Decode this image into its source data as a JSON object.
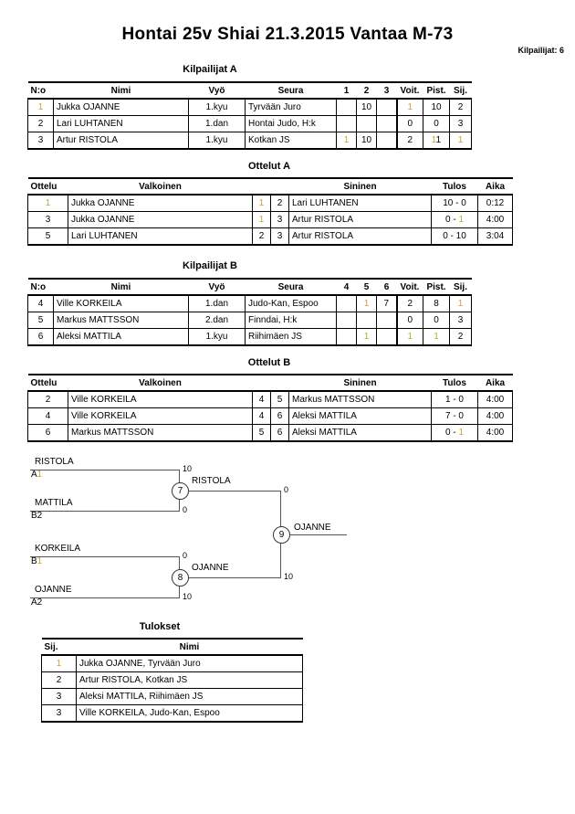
{
  "header": {
    "title": "Hontai 25v Shiai  21.3.2015  Vantaa   M-73",
    "competitor_count": "Kilpailijat: 6"
  },
  "sections": {
    "pool_a": "Kilpailijat A",
    "matches_a": "Ottelut A",
    "pool_b": "Kilpailijat B",
    "matches_b": "Ottelut B",
    "results": "Tulokset"
  },
  "pool_a": {
    "columns": [
      "N:o",
      "Nimi",
      "Vyö",
      "Seura",
      "1",
      "2",
      "3",
      "Voit.",
      "Pist.",
      "Sij."
    ],
    "rows": [
      {
        "no": "1",
        "name": "Jukka OJANNE",
        "belt": "1.kyu",
        "club": "Tyrvään Juro",
        "m1": "",
        "m2": "10",
        "m3": "",
        "wins": "1",
        "points": "10",
        "rank": "2"
      },
      {
        "no": "2",
        "name": "Lari LUHTANEN",
        "belt": "1.dan",
        "club": "Hontai Judo, H:k",
        "m1": "",
        "m2": "",
        "m3": "",
        "wins": "0",
        "points": "0",
        "rank": "3"
      },
      {
        "no": "3",
        "name": "Artur RISTOLA",
        "belt": "1.kyu",
        "club": "Kotkan JS",
        "m1": "1",
        "m2": "10",
        "m3": "",
        "wins": "2",
        "points": "11",
        "rank": "1"
      }
    ]
  },
  "matches_a": {
    "columns": [
      "Ottelu",
      "Valkoinen",
      "",
      "",
      "Sininen",
      "Tulos",
      "Aika"
    ],
    "rows": [
      {
        "no": "1",
        "white": "Jukka OJANNE",
        "wno": "1",
        "bno": "2",
        "blue": "Lari LUHTANEN",
        "result": "10 - 0",
        "time": "0:12"
      },
      {
        "no": "3",
        "white": "Jukka OJANNE",
        "wno": "1",
        "bno": "3",
        "blue": "Artur RISTOLA",
        "result": "0 - 1",
        "time": "4:00"
      },
      {
        "no": "5",
        "white": "Lari LUHTANEN",
        "wno": "2",
        "bno": "3",
        "blue": "Artur RISTOLA",
        "result": "0 - 10",
        "time": "3:04"
      }
    ]
  },
  "pool_b": {
    "columns": [
      "N:o",
      "Nimi",
      "Vyö",
      "Seura",
      "4",
      "5",
      "6",
      "Voit.",
      "Pist.",
      "Sij."
    ],
    "rows": [
      {
        "no": "4",
        "name": "Ville KORKEILA",
        "belt": "1.dan",
        "club": "Judo-Kan, Espoo",
        "m1": "",
        "m2": "1",
        "m3": "7",
        "wins": "2",
        "points": "8",
        "rank": "1"
      },
      {
        "no": "5",
        "name": "Markus MATTSSON",
        "belt": "2.dan",
        "club": "Finndai, H:k",
        "m1": "",
        "m2": "",
        "m3": "",
        "wins": "0",
        "points": "0",
        "rank": "3"
      },
      {
        "no": "6",
        "name": "Aleksi MATTILA",
        "belt": "1.kyu",
        "club": "Riihimäen JS",
        "m1": "",
        "m2": "1",
        "m3": "",
        "wins": "1",
        "points": "1",
        "rank": "2"
      }
    ]
  },
  "matches_b": {
    "columns": [
      "Ottelu",
      "Valkoinen",
      "",
      "",
      "Sininen",
      "Tulos",
      "Aika"
    ],
    "rows": [
      {
        "no": "2",
        "white": "Ville KORKEILA",
        "wno": "4",
        "bno": "5",
        "blue": "Markus MATTSSON",
        "result": "1 - 0",
        "time": "4:00"
      },
      {
        "no": "4",
        "white": "Ville KORKEILA",
        "wno": "4",
        "bno": "6",
        "blue": "Aleksi MATTILA",
        "result": "7 - 0",
        "time": "4:00"
      },
      {
        "no": "6",
        "white": "Markus MATTSSON",
        "wno": "5",
        "bno": "6",
        "blue": "Aleksi MATTILA",
        "result": "0 - 1",
        "time": "4:00"
      }
    ]
  },
  "bracket": {
    "semi1": {
      "number": "7",
      "top": {
        "name": "RISTOLA",
        "seed": "A1",
        "score": "10"
      },
      "bottom": {
        "name": "MATTILA",
        "seed": "B2",
        "score": "0"
      },
      "winner": "RISTOLA",
      "winner_score": "0"
    },
    "semi2": {
      "number": "8",
      "top": {
        "name": "KORKEILA",
        "seed": "B1",
        "score": "0"
      },
      "bottom": {
        "name": "OJANNE",
        "seed": "A2",
        "score": "10"
      },
      "winner": "OJANNE",
      "winner_score": "10"
    },
    "final": {
      "number": "9",
      "winner": "OJANNE"
    }
  },
  "results": {
    "columns": [
      "Sij.",
      "Nimi"
    ],
    "rows": [
      {
        "rank": "1",
        "name": "Jukka OJANNE, Tyrvään Juro"
      },
      {
        "rank": "2",
        "name": "Artur RISTOLA, Kotkan JS"
      },
      {
        "rank": "3",
        "name": "Aleksi MATTILA, Riihimäen JS"
      },
      {
        "rank": "3",
        "name": "Ville KORKEILA, Judo-Kan, Espoo"
      }
    ]
  }
}
